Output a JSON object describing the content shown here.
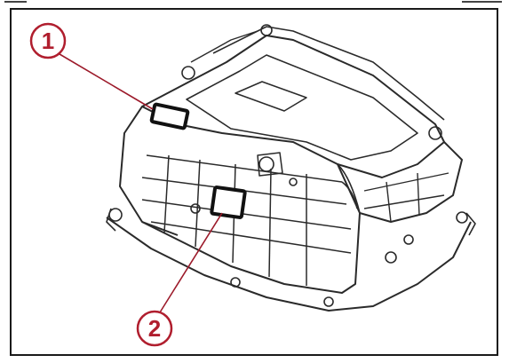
{
  "figure": {
    "subject": "inverter-assembly-line-drawing",
    "callouts": [
      {
        "number": "1",
        "target": "upper-label"
      },
      {
        "number": "2",
        "target": "front-label"
      }
    ],
    "colors": {
      "callout": "#b01e2e",
      "leader": "#9c1a2a",
      "line_art": "#2a2a2a",
      "highlight_box": "#111111"
    }
  }
}
